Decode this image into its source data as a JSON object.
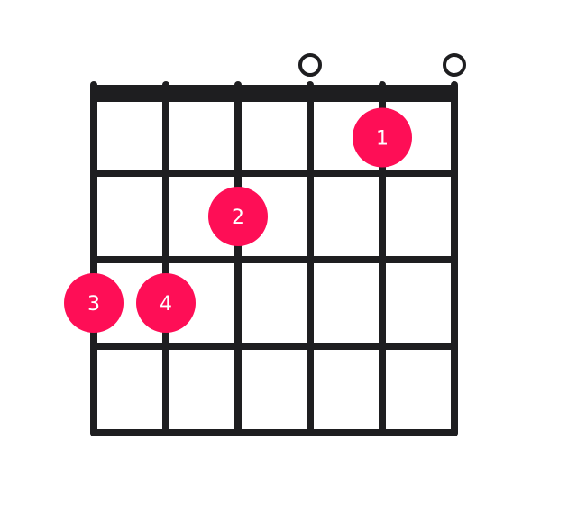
{
  "chord": {
    "string_count": 6,
    "fret_count": 4,
    "open_strings": [
      4,
      6
    ],
    "fingers": [
      {
        "label": "1",
        "string": 5,
        "fret": 1
      },
      {
        "label": "2",
        "string": 3,
        "fret": 2
      },
      {
        "label": "3",
        "string": 1,
        "fret": 3
      },
      {
        "label": "4",
        "string": 2,
        "fret": 3
      }
    ]
  },
  "colors": {
    "line": "#1e1e20",
    "finger": "#fe0e56",
    "finger_text": "#ffffff"
  }
}
